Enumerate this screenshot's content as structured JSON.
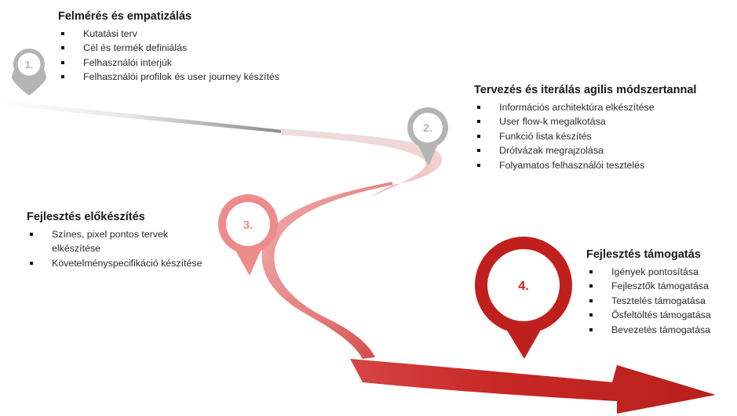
{
  "stages": [
    {
      "number": "1.",
      "title": "Felmérés és empatizálás",
      "items": [
        "Kutatási terv",
        "Cél és termék definiálás",
        "Felhasználói interjúk",
        "Felhasználói profilok  és user journey készítés"
      ],
      "color": "#b4b4b4"
    },
    {
      "number": "2.",
      "title": "Tervezés és iterálás agilis módszertannal",
      "items": [
        "Információs architektúra elkészítése",
        "User flow-k megalkotása",
        "Funkció lista készítés",
        "Drótvázak megrajzolása",
        "Folyamatos felhasználói tesztelés"
      ],
      "color": "#b4b4b4"
    },
    {
      "number": "3.",
      "title": "Fejlesztés előkészítés",
      "items": [
        "Színes, pixel pontos tervek elkészítése",
        "Követelményspecifikáció készítése"
      ],
      "color": "#ee8b8b"
    },
    {
      "number": "4.",
      "title": "Fejlesztés támogatás",
      "items": [
        "Igények pontosítása",
        "Fejlesztők támogatása",
        "Tesztelés támogatása",
        "Ősfeltöltés támogatása",
        "Bevezetés támogatása"
      ],
      "color": "#c0201d"
    }
  ],
  "colors": {
    "road_start": "#909090",
    "road_light": "#f3d4d4",
    "road_mid": "#ec8e8e",
    "road_end": "#c0201d"
  }
}
